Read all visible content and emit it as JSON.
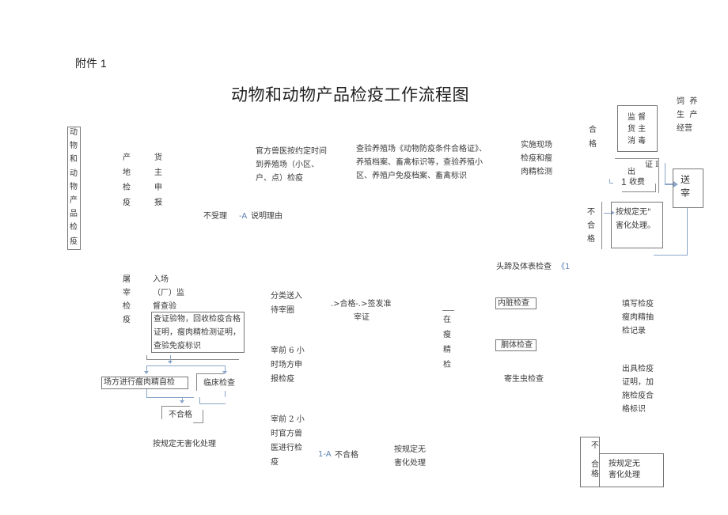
{
  "annex_label": "附件 1",
  "title": "动物和动物产品检疫工作流程图",
  "side_label": "动\n物\n和\n动\n物\n产\n品\n检\n疫",
  "origin": {
    "col1": "产\n地\n检\n疫",
    "col2": "货\n主\n申\n报",
    "vet_visit": "官方兽医按约定时间\n到养殖场（小区、\n户、点）检疫",
    "check_docs": "查验养殖场《动物防疫条件合格证》、\n养殖档案、畜禽标识等，查验养殖小\n区、养殖户免疫档案、畜禽标识",
    "onsite": "实施现场\n检疫和瘦\n肉精检测",
    "reject": "不受理",
    "reject_arrow": "-A",
    "reject_reason": "说明理由",
    "pass": "合\n格",
    "supervise": "监 督\n货 主\n消 毒",
    "certificate": "证 I",
    "issue": "出",
    "fee_num": "1",
    "fee": "收费",
    "slaughter_send": "送\n宰",
    "feed": "饲  养\n生  产\n经营",
    "fail": "不\n合\n格",
    "harmless": "按规定无\"\n害化处理。"
  },
  "slaughter": {
    "col1": "屠\n宰\n检\n疫",
    "entry": "入场\n（厂）监\n督查验",
    "check_box": "查证验物，回收检疫合格\n证明，瘦肉精检测证明，\n查验免疫标识",
    "self_test": "场方进行瘦肉精自检",
    "clinical": "临床检查",
    "fail_box": "不合格",
    "harmless_left": "按规定无害化处理",
    "sort": "分类送入\n待宰圈",
    "pass_arrow": ".>合格-.>签发准",
    "permit": "宰证",
    "report6": "宰前 6 小\n时场方申\n报检疫",
    "vet2": "宰前 2 小\n时官方兽\n医进行检\n疫",
    "fail_arrow": "1-A",
    "fail_label": "不合格",
    "harmless_mid": "按规定无\n害化处理",
    "clen": "在\n瘦\n精\n检",
    "head": "头蹄及体表检查",
    "head_mark": "《1",
    "viscera": "内脏检查",
    "carcass": "胴体检查",
    "parasite": "寄生虫检查",
    "record": "填写检疫\n瘦肉精抽\n检记录",
    "issue_cert": "出具检疫\n证明，加\n施检疫合\n格标识",
    "fail_right": "不\n\n合\n格",
    "harmless_right": "按规定无\n害化处理"
  }
}
